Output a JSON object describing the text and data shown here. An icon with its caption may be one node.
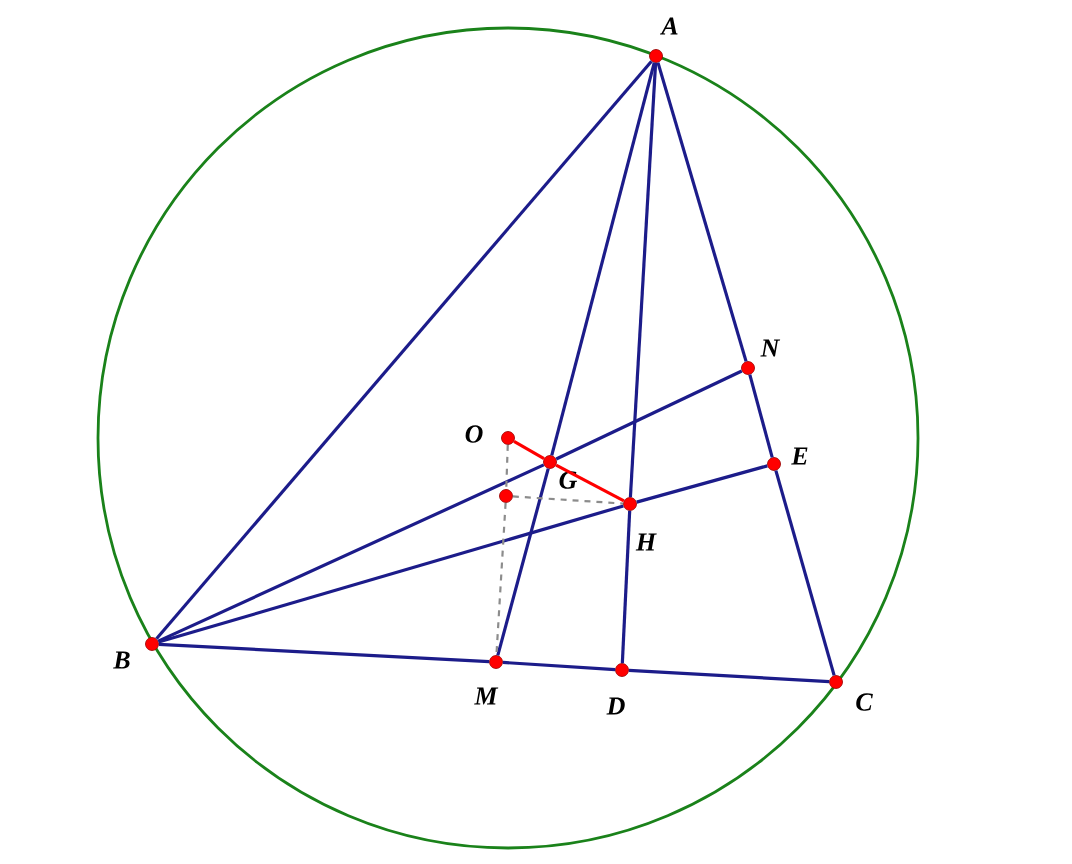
{
  "diagram": {
    "nodes": [
      {
        "text": [
          "A"
        ]
      },
      {
        "text": [
          "B"
        ]
      },
      {
        "text": [
          "C"
        ]
      },
      {
        "text": [
          "D"
        ]
      },
      {
        "text": [
          "M"
        ]
      },
      {
        "text": [
          "N"
        ]
      },
      {
        "text": [
          "E"
        ]
      },
      {
        "text": [
          "O"
        ]
      },
      {
        "text": [
          "G"
        ]
      },
      {
        "text": [
          "H"
        ]
      },
      {
        "text": [],
        "shape": "circle"
      }
    ],
    "edges": [
      {
        "from": 0,
        "to": 1,
        "arrow": "none"
      },
      {
        "from": 0,
        "to": 5,
        "arrow": "none"
      },
      {
        "from": 5,
        "to": 6,
        "arrow": "none"
      },
      {
        "from": 6,
        "to": 2,
        "arrow": "none"
      },
      {
        "from": 1,
        "to": 4,
        "arrow": "none"
      },
      {
        "from": 4,
        "to": 3,
        "arrow": "none"
      },
      {
        "from": 3,
        "to": 2,
        "arrow": "none"
      },
      {
        "from": 0,
        "to": 8,
        "arrow": "none"
      },
      {
        "from": 8,
        "to": 4,
        "arrow": "none"
      },
      {
        "from": 0,
        "to": 9,
        "arrow": "none"
      },
      {
        "from": 9,
        "to": 3,
        "arrow": "none"
      },
      {
        "from": 1,
        "to": 8,
        "arrow": "none"
      },
      {
        "from": 8,
        "to": 5,
        "arrow": "none"
      },
      {
        "from": 1,
        "to": 9,
        "arrow": "none"
      },
      {
        "from": 9,
        "to": 6,
        "arrow": "none"
      },
      {
        "from": 7,
        "to": 8,
        "arrow": "none",
        "color": "#ff0000"
      },
      {
        "from": 8,
        "to": 9,
        "arrow": "none",
        "color": "#ff0000"
      },
      {
        "from": 7,
        "to": 10,
        "arrow": "none",
        "style": "dashed",
        "color": "#8c8c8c"
      },
      {
        "from": 10,
        "to": 4,
        "arrow": "none",
        "style": "dashed",
        "color": "#8c8c8c"
      },
      {
        "from": 10,
        "to": 9,
        "arrow": "none",
        "style": "dashed",
        "color": "#8c8c8c"
      }
    ]
  }
}
